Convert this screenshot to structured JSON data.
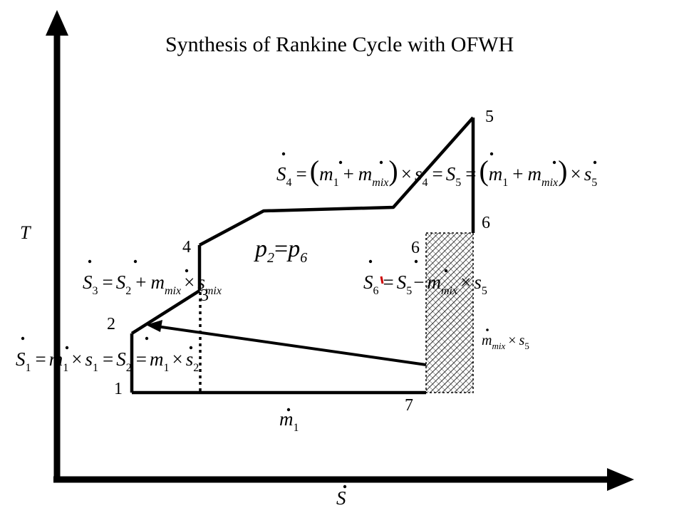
{
  "title": "Synthesis of Rankine Cycle with OFWH",
  "axis": {
    "y_label": "T",
    "x_label": "S"
  },
  "state_labels": {
    "s1": "1",
    "s2": "2",
    "s3": "3",
    "s4": "4",
    "s5": "5",
    "s6_top": "6",
    "s6_mid": "6",
    "s7": "7"
  },
  "pressure_eq": {
    "p": "p",
    "sub_a": "2",
    "eq": "=",
    "sub_b": "6"
  },
  "eq1": {
    "S": "S",
    "sub1": "1",
    "eq": "=",
    "m": "m",
    "times": "×",
    "s": "s",
    "sub2": "2"
  },
  "eq3": {
    "S": "S",
    "sub3": "3",
    "sub2": "2",
    "plus": "+",
    "m": "m",
    "mix": "mix",
    "times": "×",
    "s": "s"
  },
  "eq4": {
    "S": "S",
    "sub4": "4",
    "sub5": "5",
    "m": "m",
    "sub1": "1",
    "mix": "mix",
    "plus": "+",
    "eq": "=",
    "times": "×",
    "s": "s",
    "lp": "(",
    "rp": ")"
  },
  "eq6": {
    "S": "S",
    "sub6": "6",
    "sub5": "5",
    "minus": "−",
    "m": "m",
    "mix": "mix",
    "times": "×",
    "s": "s"
  },
  "mix_label": {
    "m": "m",
    "mix": "mix",
    "times": "×",
    "s": "s",
    "sub5": "5"
  },
  "m1_label": {
    "m": "m",
    "sub1": "1"
  },
  "colors": {
    "ink": "#000000",
    "accent_red": "#cc0000"
  }
}
